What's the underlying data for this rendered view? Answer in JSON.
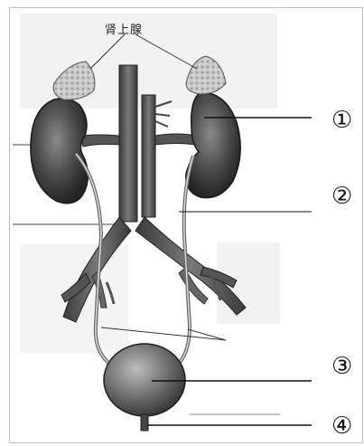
{
  "diagram": {
    "gland_label": "肾上腺",
    "markers": [
      {
        "id": "1",
        "text": "①"
      },
      {
        "id": "2",
        "text": "②"
      },
      {
        "id": "3",
        "text": "③"
      },
      {
        "id": "4",
        "text": "④"
      }
    ]
  }
}
